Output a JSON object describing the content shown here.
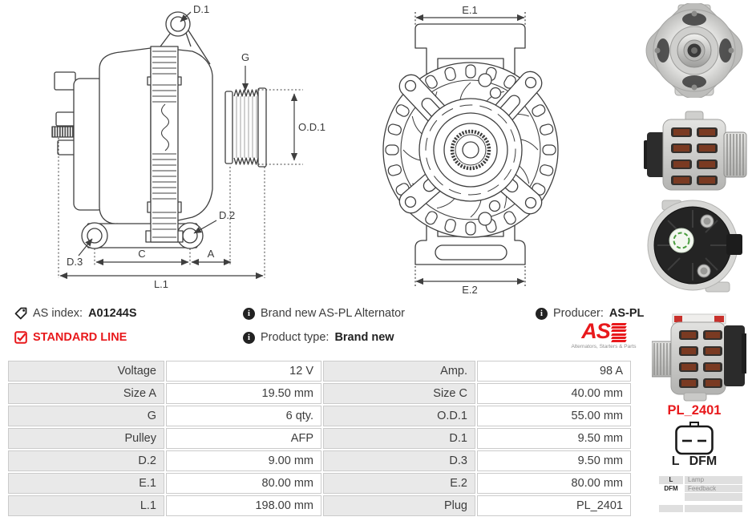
{
  "colors": {
    "red": "#e8191c",
    "text": "#3d3d3d",
    "drawing_line": "#3f3f3f",
    "label_cell_bg": "#e9e9e9"
  },
  "drawing_side": {
    "d1": "D.1",
    "g": "G",
    "od1": "O.D.1",
    "d2": "D.2",
    "d3": "D.3",
    "c": "C",
    "a": "A",
    "l1": "L.1"
  },
  "drawing_front": {
    "e1": "E.1",
    "e2": "E.2"
  },
  "info": {
    "as_index_label": "AS index:",
    "as_index_value": "A01244S",
    "standard_line": "STANDARD LINE",
    "brand_new_text": "Brand new AS-PL Alternator",
    "product_type_label": "Product type:",
    "product_type_value": "Brand new",
    "producer_label": "Producer:",
    "producer_value": "AS-PL"
  },
  "logo": {
    "as": "AS",
    "tagline": "Alternators, Starters & Parts"
  },
  "specs": {
    "rows": [
      {
        "l1": "Voltage",
        "v1": "12 V",
        "l2": "Amp.",
        "v2": "98 A"
      },
      {
        "l1": "Size A",
        "v1": "19.50 mm",
        "l2": "Size C",
        "v2": "40.00 mm"
      },
      {
        "l1": "G",
        "v1": "6 qty.",
        "l2": "O.D.1",
        "v2": "55.00 mm"
      },
      {
        "l1": "Pulley",
        "v1": "AFP",
        "l2": "D.1",
        "v2": "9.50 mm"
      },
      {
        "l1": "D.2",
        "v1": "9.00 mm",
        "l2": "D.3",
        "v2": "9.50 mm"
      },
      {
        "l1": "E.1",
        "v1": "80.00 mm",
        "l2": "E.2",
        "v2": "80.00 mm"
      },
      {
        "l1": "L.1",
        "v1": "198.00 mm",
        "l2": "Plug",
        "v2": "PL_2401"
      }
    ]
  },
  "plug": {
    "name": "PL_2401",
    "pin1": "L",
    "pin2": "DFM",
    "legend": [
      {
        "key": "L",
        "desc": "Lamp"
      },
      {
        "key": "DFM",
        "desc": "Feedback"
      },
      {
        "key": "",
        "desc": ""
      },
      {
        "key": "",
        "desc": ""
      }
    ]
  }
}
